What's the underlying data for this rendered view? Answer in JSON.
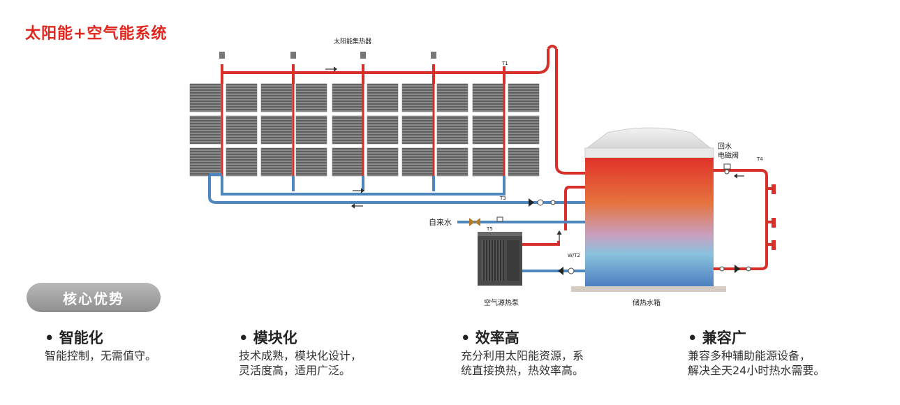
{
  "title": "太阳能+空气能系统",
  "diagram": {
    "collector_label": "太阳能集热器",
    "tank_label": "储热水箱",
    "heatpump_label": "空气源热泵",
    "city_water_label": "自来水",
    "return_valve_label_1": "回水",
    "return_valve_label_2": "电磁阀",
    "sensor_t1": "T1",
    "sensor_t3": "T3",
    "sensor_t4": "T4",
    "sensor_t5": "T5",
    "sensor_wt2": "W/T2"
  },
  "badge": "核心优势",
  "features": [
    {
      "title": "• 智能化",
      "lines": [
        "智能控制，无需值守。"
      ]
    },
    {
      "title": "• 模块化",
      "lines": [
        "技术成熟，模块化设计，",
        "灵活度高，适用广泛。"
      ]
    },
    {
      "title": "• 效率高",
      "lines": [
        "充分利用太阳能资源，系",
        "统直接换热，热效率高。"
      ]
    },
    {
      "title": "• 兼容广",
      "lines": [
        "兼容多种辅助能源设备，",
        "解决全天24小时热水需要。"
      ]
    }
  ],
  "colors": {
    "hot_pipe": "#d6302a",
    "cold_pipe": "#4f86bd",
    "title": "#e0261f"
  }
}
